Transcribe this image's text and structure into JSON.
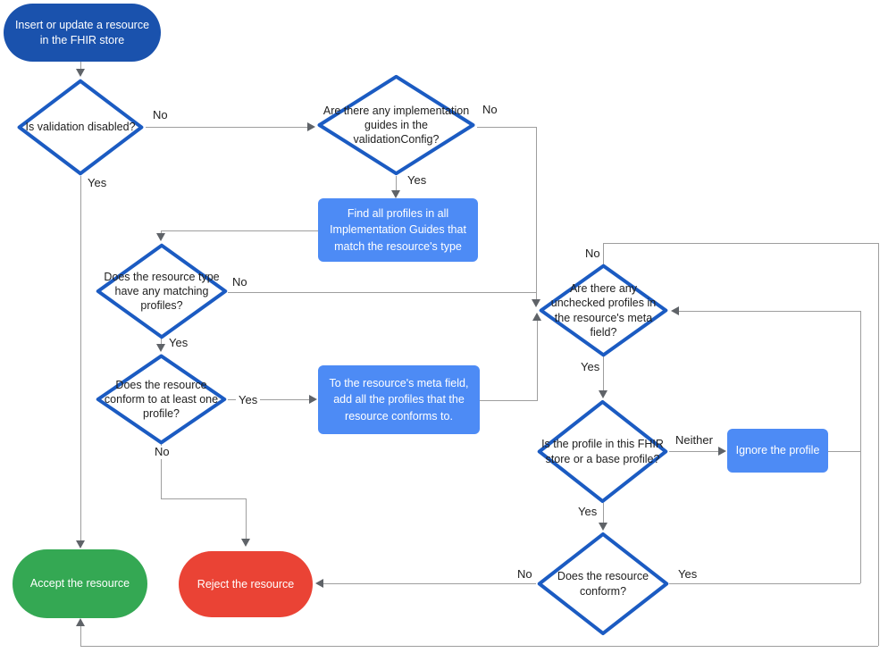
{
  "palette": {
    "start_fill": "#1a52ad",
    "diamond_border": "#1b5bc2",
    "process_fill": "#4d8bf5",
    "accept_fill": "#34a853",
    "reject_fill": "#ea4335",
    "connector": "#9e9e9e",
    "arrowhead": "#5f6368",
    "text_dark": "#212121",
    "text_light": "#ffffff"
  },
  "nodes": {
    "start": {
      "label": "Insert or update a resource in the FHIR store"
    },
    "is_validation_disabled": {
      "label": "Is validation disabled?"
    },
    "implementation_guides": {
      "label": "Are there any implementation guides in the validationConfig?"
    },
    "find_profiles": {
      "label": "Find all profiles in all Implementation Guides that match the resource's type"
    },
    "matching_profiles": {
      "label": "Does the resource type have any matching profiles?"
    },
    "conforms_to_one": {
      "label": "Does the resource conform to at least one profile?"
    },
    "add_profiles_to_meta": {
      "label": "To the resource's meta field, add all the profiles that the resource conforms to."
    },
    "unchecked_profiles": {
      "label": "Are there any unchecked profiles in the resource's meta field?"
    },
    "profile_in_store": {
      "label": "Is the profile in this FHIR store or a base profile?"
    },
    "ignore_profile": {
      "label": "Ignore the profile"
    },
    "resource_conforms": {
      "label": "Does the resource conform?"
    },
    "accept": {
      "label": "Accept the resource"
    },
    "reject": {
      "label": "Reject the resource"
    }
  },
  "edge_labels": {
    "validation_no": "No",
    "validation_yes": "Yes",
    "guides_no": "No",
    "guides_yes": "Yes",
    "matching_no": "No",
    "matching_yes": "Yes",
    "conform_one_yes": "Yes",
    "conform_one_no": "No",
    "unchecked_no": "No",
    "unchecked_yes": "Yes",
    "profile_neither": "Neither",
    "profile_yes": "Yes",
    "conform_no": "No",
    "conform_yes": "Yes"
  }
}
